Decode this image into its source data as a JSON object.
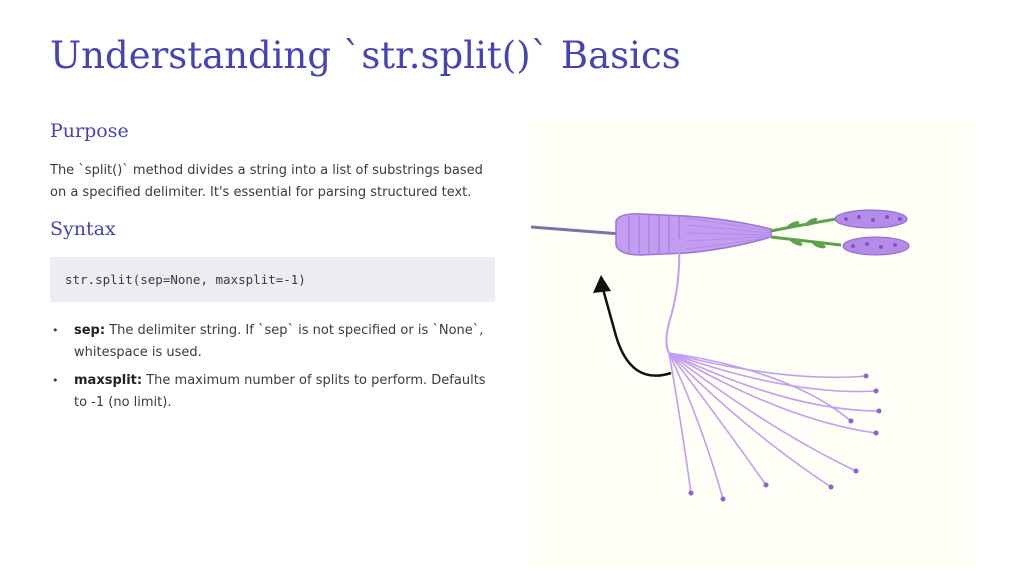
{
  "title": "Understanding `str.split()` Basics",
  "colors": {
    "title": "#4643b8",
    "heading": "#4643b8",
    "code_bg": "#ecedf0",
    "lavender": "#c39ef0",
    "illustration_bg": "#fffff8"
  },
  "purpose": {
    "heading": "Purpose",
    "text": "The `split()` method divides a string into a list of substrings based on a specified delimiter. It's essential for parsing structured text."
  },
  "syntax": {
    "heading": "Syntax",
    "code": "str.split(sep=None, maxsplit=-1)"
  },
  "params": [
    {
      "term": "sep:",
      "desc": "The delimiter string. If `sep` is not specified or is `None`, whitespace is used."
    },
    {
      "term": "maxsplit:",
      "desc": "The maximum number of splits to perform. Defaults to -1 (no limit)."
    }
  ],
  "icons": {
    "bullet": "•",
    "illustration": "lavender-bundle-splitting-threads"
  }
}
